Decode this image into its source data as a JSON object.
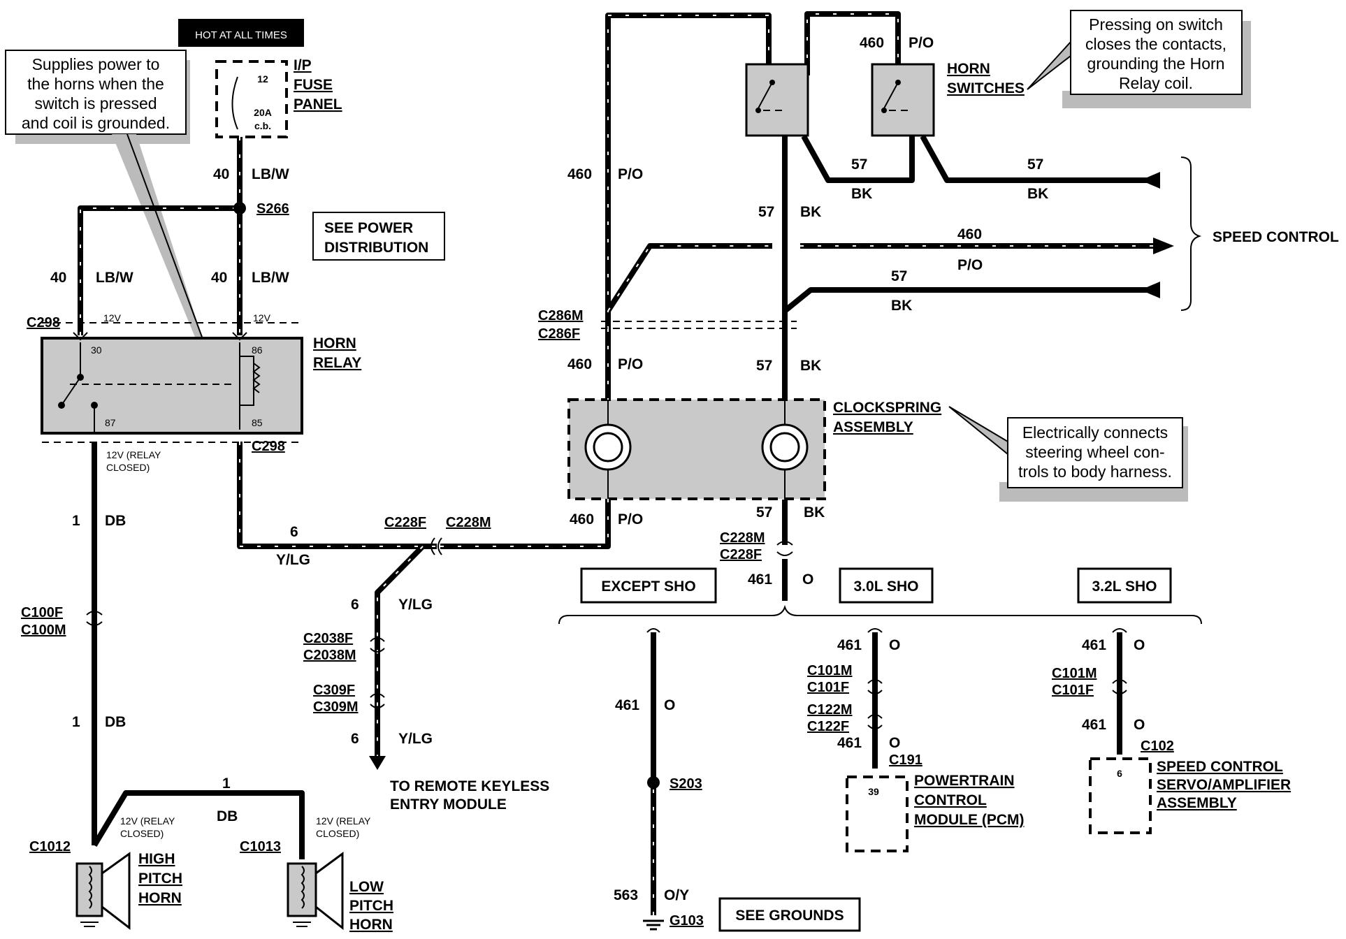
{
  "header": {
    "hot_at_all_times": "HOT AT ALL TIMES"
  },
  "notes": {
    "relay_note": [
      "Supplies power to",
      "the horns when the",
      "switch is pressed",
      "and coil is grounded."
    ],
    "switch_note": [
      "Pressing on switch",
      "closes the contacts,",
      "grounding the Horn",
      "Relay coil."
    ],
    "clockspring_note": [
      "Electrically connects",
      "steering wheel con-",
      "trols to body harness."
    ]
  },
  "boxes": {
    "power_distribution": [
      "SEE POWER",
      "DISTRIBUTION"
    ],
    "except_sho": "EXCEPT SHO",
    "sho_30": "3.0L SHO",
    "sho_32": "3.2L SHO",
    "see_grounds": "SEE GROUNDS"
  },
  "components": {
    "fuse_panel": [
      "I/P",
      "FUSE",
      "PANEL"
    ],
    "fuse_number": "12",
    "fuse_rating": [
      "20A",
      "c.b."
    ],
    "horn_relay": [
      "HORN",
      "RELAY"
    ],
    "horn_switches": [
      "HORN",
      "SWITCHES"
    ],
    "clockspring": [
      "CLOCKSPRING",
      "ASSEMBLY"
    ],
    "speed_control": "SPEED CONTROL",
    "high_horn": [
      "HIGH",
      "PITCH",
      "HORN"
    ],
    "low_horn": [
      "LOW",
      "PITCH",
      "HORN"
    ],
    "pcm": [
      "POWERTRAIN",
      "CONTROL",
      "MODULE (PCM)"
    ],
    "pcm_pin": "39",
    "servo": [
      "SPEED CONTROL",
      "SERVO/AMPLIFIER",
      "ASSEMBLY"
    ],
    "servo_pin": "6",
    "rke": [
      "TO REMOTE KEYLESS",
      "ENTRY MODULE"
    ]
  },
  "relay_pins": {
    "p30": "30",
    "p86": "86",
    "p87": "87",
    "p85": "85"
  },
  "voltages": {
    "v12": "12V",
    "relay_closed_1": "12V (RELAY",
    "relay_closed_2": "CLOSED)"
  },
  "connectors": {
    "c298": "C298",
    "s266": "S266",
    "c286m": "C286M",
    "c286f": "C286F",
    "c228f": "C228F",
    "c228m": "C228M",
    "c100f": "C100F",
    "c100m": "C100M",
    "c2038f": "C2038F",
    "c2038m": "C2038M",
    "c309f": "C309F",
    "c309m": "C309M",
    "c1012": "C1012",
    "c1013": "C1013",
    "s203": "S203",
    "g103": "G103",
    "c101m": "C101M",
    "c101f": "C101F",
    "c122m": "C122M",
    "c122f": "C122F",
    "c191": "C191",
    "c102": "C102"
  },
  "circuits": {
    "c40": "40",
    "lbw": "LB/W",
    "c460": "460",
    "po": "P/O",
    "c57": "57",
    "bk": "BK",
    "c1": "1",
    "db": "DB",
    "c6": "6",
    "ylg": "Y/LG",
    "c461": "461",
    "o": "O",
    "c563": "563",
    "oy": "O/Y"
  }
}
